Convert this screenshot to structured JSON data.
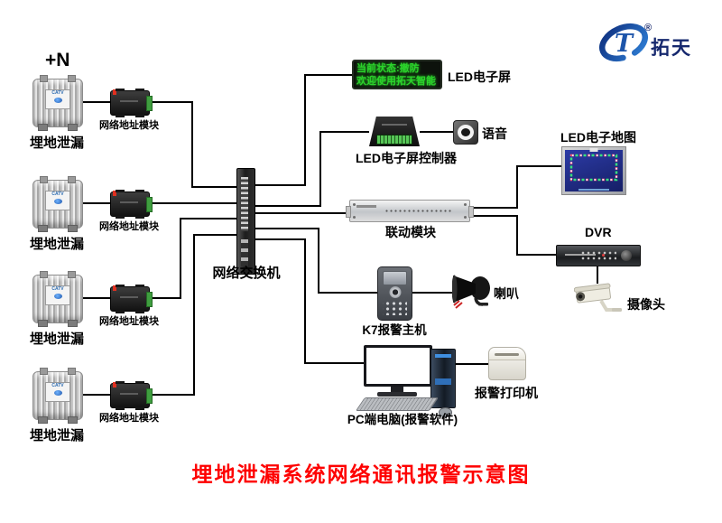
{
  "title": "埋地泄漏系统网络通讯报警示意图",
  "annotations": {
    "plus_n": "+N"
  },
  "rows": [
    {
      "detector_label": "埋地泄漏",
      "module_label": "网络地址模块"
    },
    {
      "detector_label": "埋地泄漏",
      "module_label": "网络地址模块"
    },
    {
      "detector_label": "埋地泄漏",
      "module_label": "网络地址模块"
    },
    {
      "detector_label": "埋地泄漏",
      "module_label": "网络地址模块"
    }
  ],
  "device_texts": {
    "detector_plate": "CATV"
  },
  "switch": {
    "label": "网络交换机"
  },
  "led_screen": {
    "line1": "当前状态:撤防",
    "line2": "欢迎使用拓天智能",
    "label": "LED电子屏"
  },
  "controller": {
    "label": "LED电子屏控制器"
  },
  "voice": {
    "label": "语音"
  },
  "linkage": {
    "label": "联动模块"
  },
  "led_map": {
    "label": "LED电子地图"
  },
  "dvr": {
    "label": "DVR"
  },
  "camera": {
    "label": "摄像头"
  },
  "k7": {
    "label": "K7报警主机"
  },
  "horn": {
    "label": "喇叭"
  },
  "pc": {
    "label": "PC端电脑(报警软件)"
  },
  "printer": {
    "label": "报警打印机"
  },
  "logo": {
    "text": "拓天",
    "registered": "®"
  },
  "colors": {
    "background": "#ffffff",
    "wire": "#000000",
    "title_red": "#fe0000",
    "led_text_green": "#2bd32b",
    "led_screen_bg": "#0d120c",
    "logo_blue": "#1d55aa",
    "logo_text_navy": "#16286e",
    "map_blue": "#25329a"
  }
}
